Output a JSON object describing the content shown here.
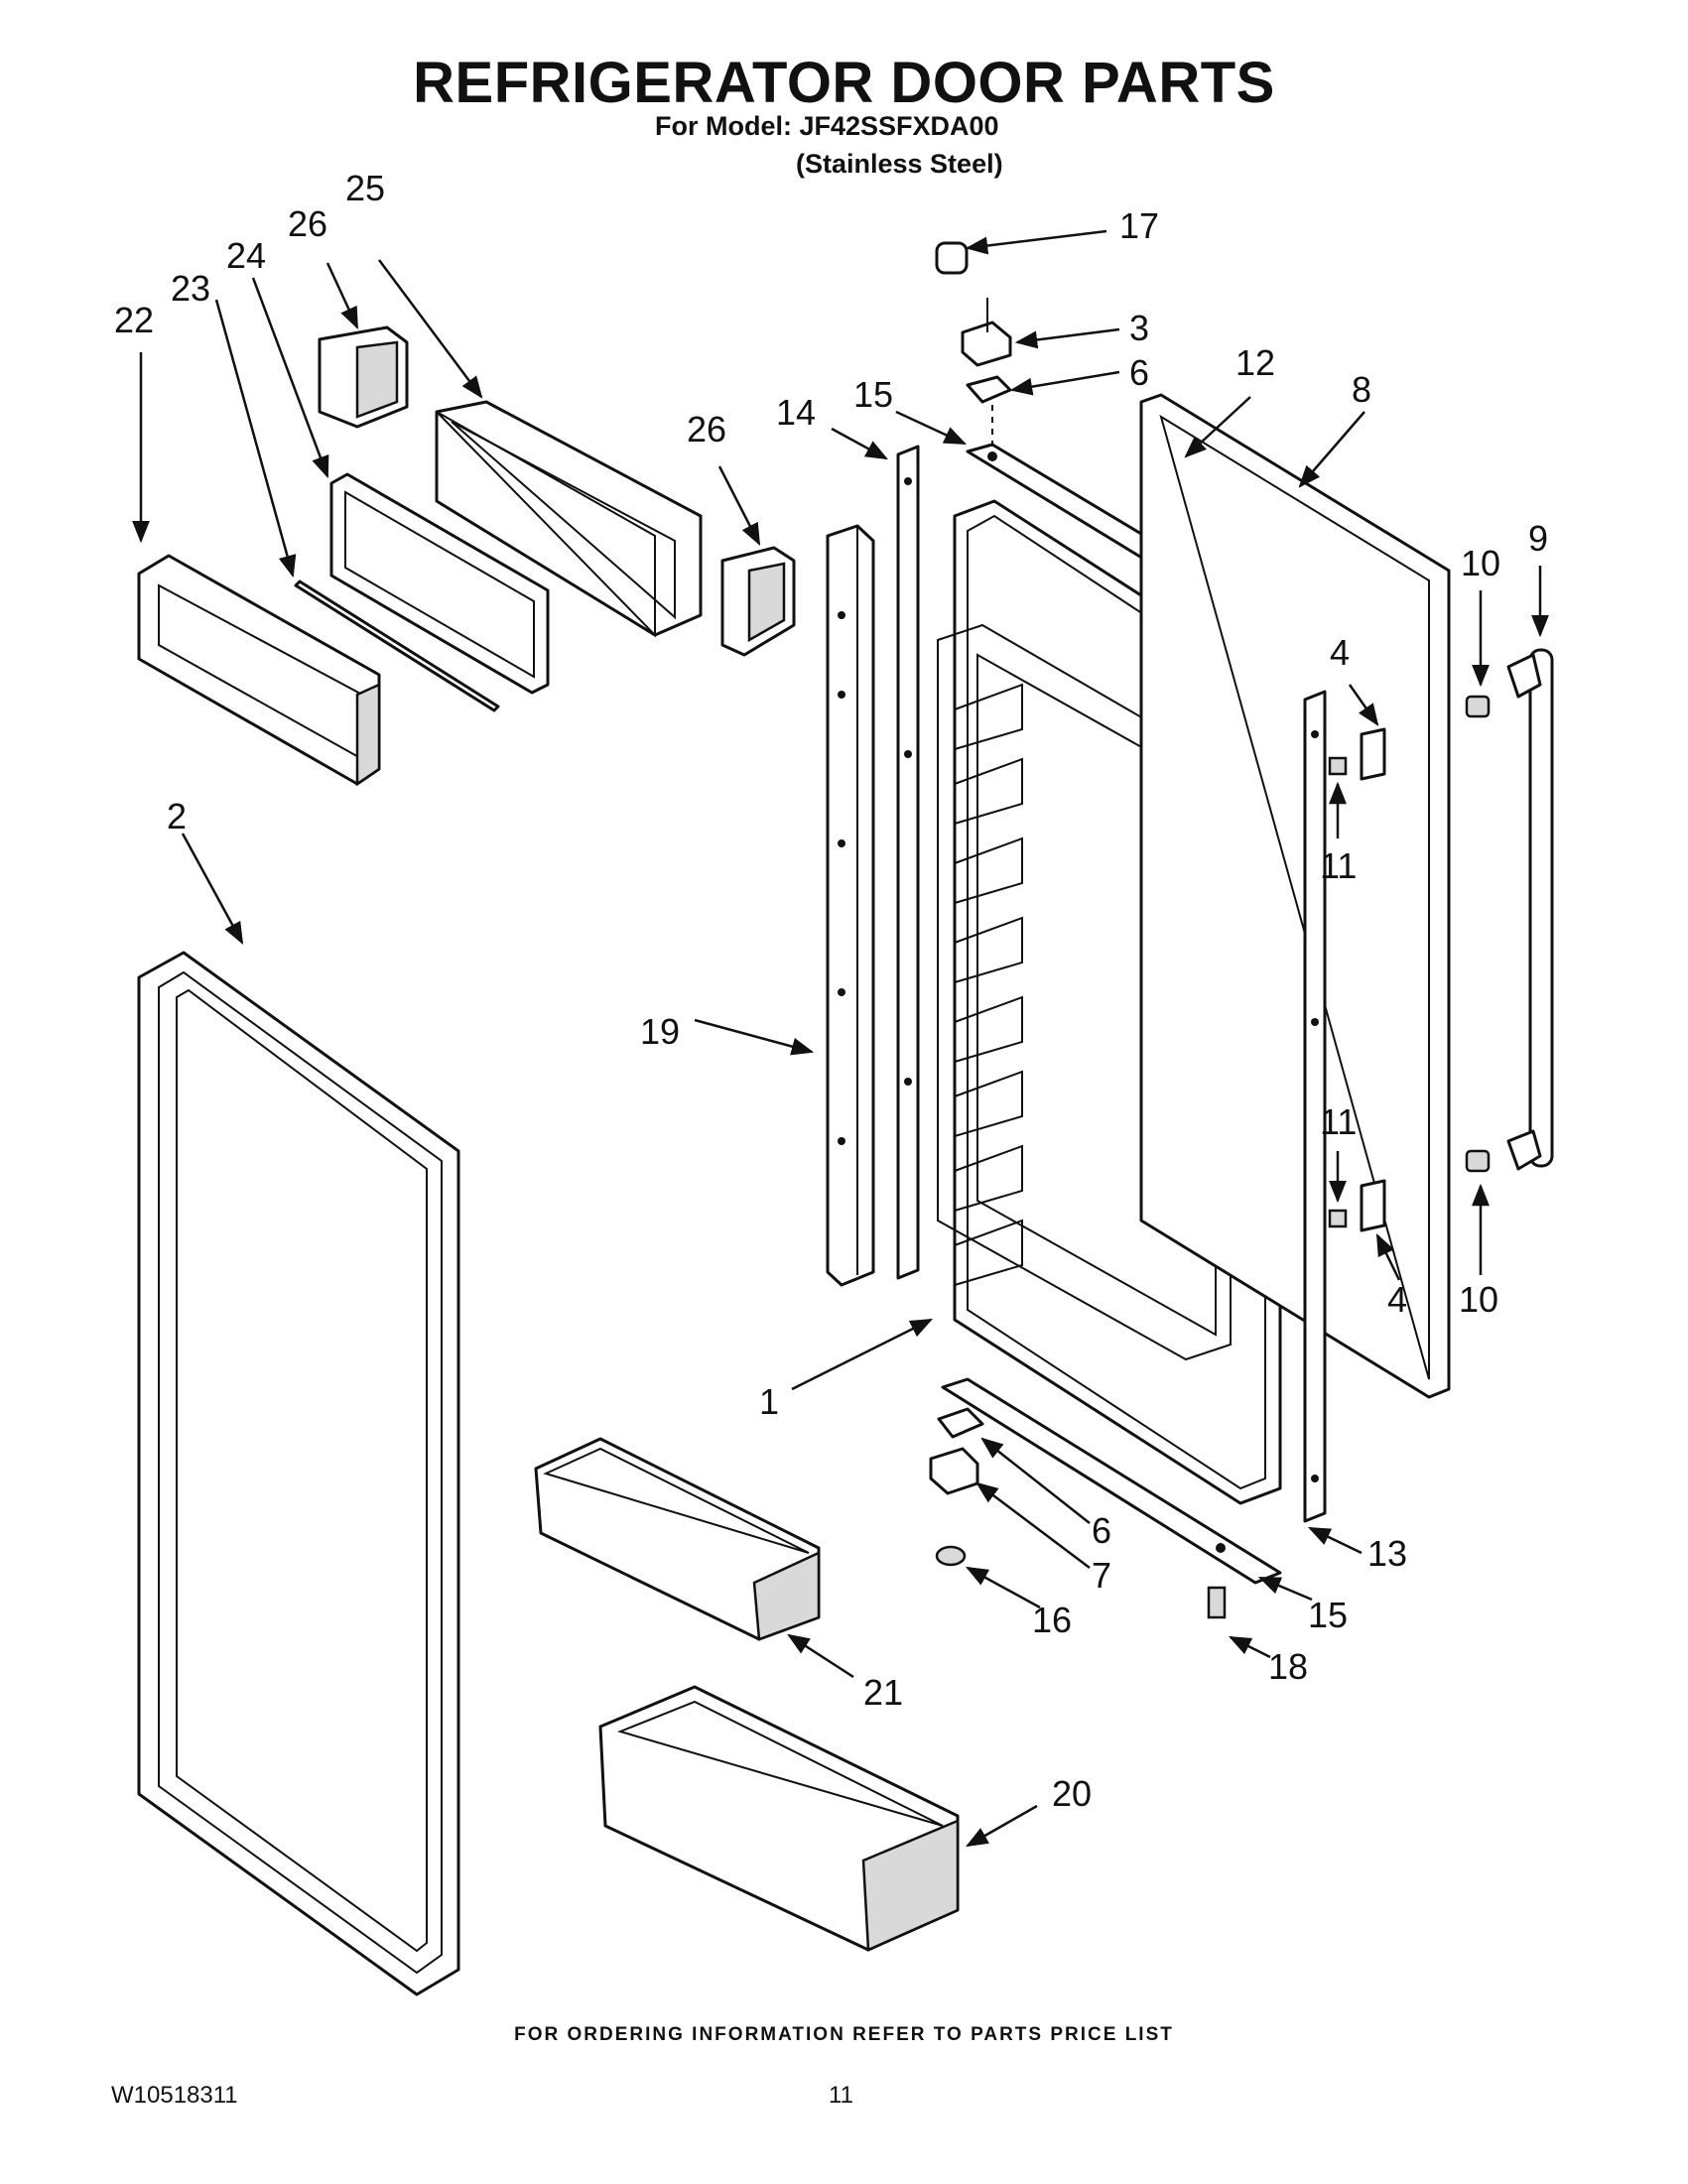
{
  "header": {
    "title": "REFRIGERATOR DOOR PARTS",
    "model_line": "For Model: JF42SSFXDA00",
    "finish_line": "(Stainless Steel)"
  },
  "callouts": {
    "c1": "1",
    "c2": "2",
    "c3": "3",
    "c4a": "4",
    "c4b": "4",
    "c6a": "6",
    "c6b": "6",
    "c7": "7",
    "c8": "8",
    "c9": "9",
    "c10a": "10",
    "c10b": "10",
    "c11a": "11",
    "c11b": "11",
    "c12": "12",
    "c13": "13",
    "c14": "14",
    "c15a": "15",
    "c15b": "15",
    "c16": "16",
    "c17": "17",
    "c18": "18",
    "c19": "19",
    "c20": "20",
    "c21": "21",
    "c22": "22",
    "c23": "23",
    "c24": "24",
    "c25": "25",
    "c26a": "26",
    "c26b": "26"
  },
  "footer": {
    "note": "FOR ORDERING INFORMATION REFER TO PARTS PRICE LIST",
    "document_number": "W10518311",
    "page_number": "11"
  }
}
